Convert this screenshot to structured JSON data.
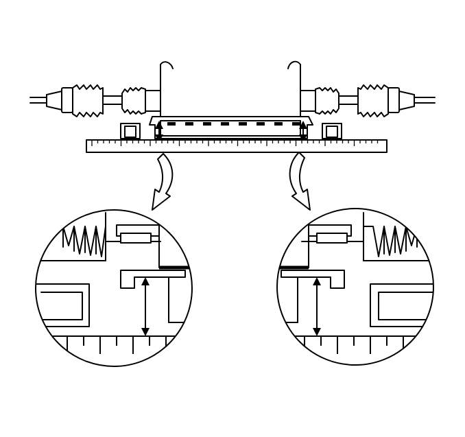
{
  "diagram": {
    "kind": "technical-illustration",
    "subject": "axle-with-cv-joints-measured-against-ruler",
    "colors": {
      "line": "#000000",
      "background": "#ffffff"
    },
    "details": [
      {
        "id": "left-detail",
        "side": "left"
      },
      {
        "id": "right-detail",
        "side": "right"
      }
    ]
  }
}
